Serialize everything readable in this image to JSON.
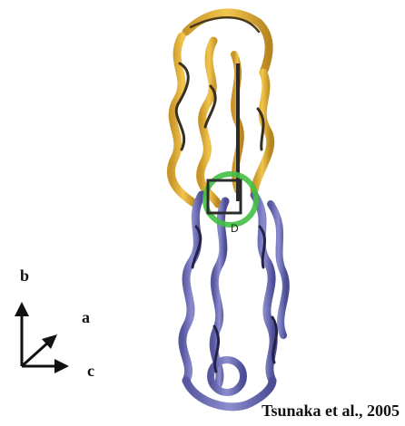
{
  "axes": {
    "b": "b",
    "a": "a",
    "c": "c"
  },
  "callout_label": "D",
  "credit": "Tsunaka et al., 2005",
  "colors": {
    "upper_molecule": "#e0b43a",
    "lower_molecule": "#6f6fb8",
    "highlight_circle": "#43c043",
    "box_and_rod": "#2b2b2b"
  }
}
